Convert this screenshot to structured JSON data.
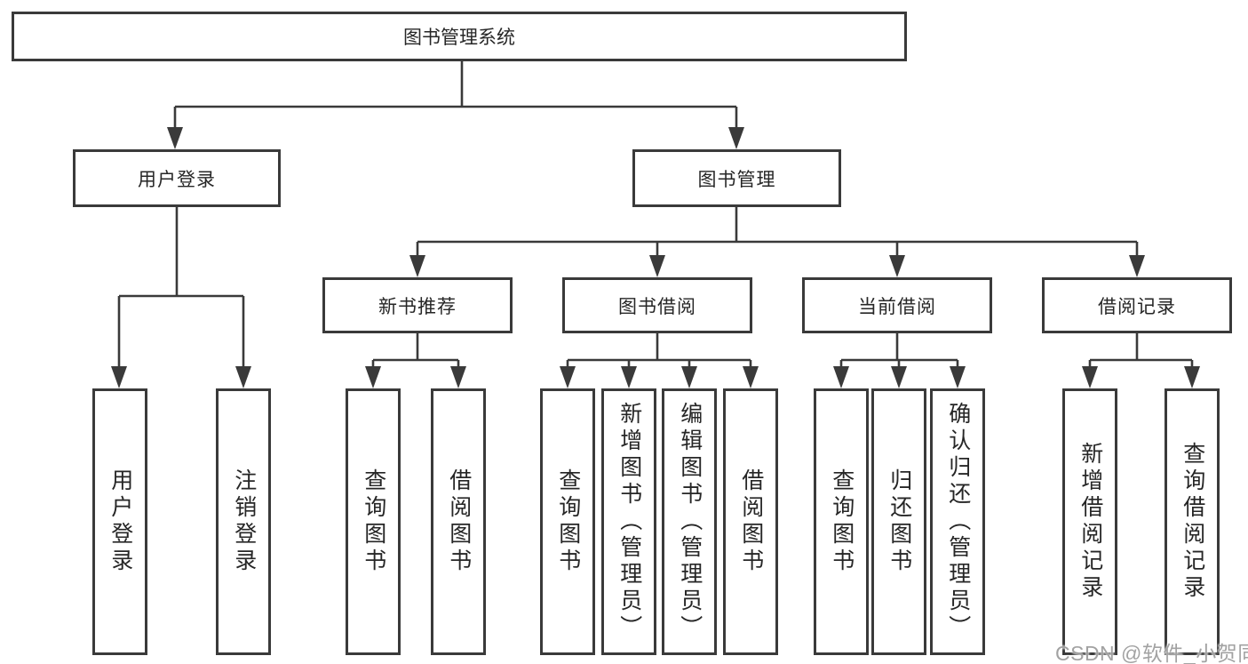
{
  "diagram_title": "图书管理系统",
  "tree": {
    "label": "图书管理系统",
    "children": [
      {
        "label": "用户登录",
        "children": [
          {
            "label": "用户登录"
          },
          {
            "label": "注销登录"
          }
        ]
      },
      {
        "label": "图书管理",
        "children": [
          {
            "label": "新书推荐",
            "children": [
              {
                "label": "查询图书"
              },
              {
                "label": "借阅图书"
              }
            ]
          },
          {
            "label": "图书借阅",
            "children": [
              {
                "label": "查询图书"
              },
              {
                "label": "新增图书（管理员）"
              },
              {
                "label": "编辑图书（管理员）"
              },
              {
                "label": "借阅图书"
              }
            ]
          },
          {
            "label": "当前借阅",
            "children": [
              {
                "label": "查询图书"
              },
              {
                "label": "归还图书"
              },
              {
                "label": "确认归还（管理员）"
              }
            ]
          },
          {
            "label": "借阅记录",
            "children": [
              {
                "label": "新增借阅记录"
              },
              {
                "label": "查询借阅记录"
              }
            ]
          }
        ]
      }
    ]
  },
  "watermark": {
    "text": "CSDN @软件_小贺同学"
  },
  "colors": {
    "line": "#3a3a3a",
    "box_border": "#3a3a3a",
    "text": "#262626",
    "watermark": "#9a9a9a",
    "background": "#ffffff"
  }
}
